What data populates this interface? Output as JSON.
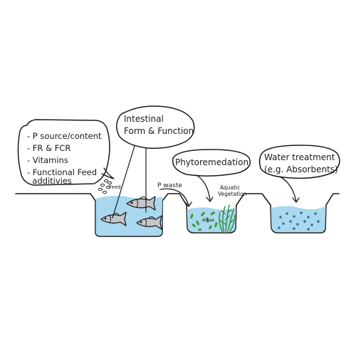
{
  "diagram": {
    "colors": {
      "ink": "#1a1a1a",
      "water": "#a9d8ef",
      "fish_body": "#c3c6c9",
      "pellet": "#ffffff",
      "dots_dark": "#2e6f9a",
      "algae": "#3e9a3a",
      "vegetation": "#2f8a3c"
    },
    "bubble_nutrition": {
      "lines": [
        "- P source/content",
        "- FR & FCR",
        "- Vitamins",
        "- Functional Feed",
        "  additivies"
      ]
    },
    "bubble_intestinal": {
      "lines": [
        "Intestinal",
        "Form & Function"
      ]
    },
    "bubble_phyto": {
      "text": "Phytoremedation"
    },
    "bubble_water": {
      "lines": [
        "Water treatment",
        "(e.g. Absorbents)"
      ]
    },
    "labels": {
      "feed": "Feed",
      "p_waste": "P waste",
      "aquatic_vegetation_lines": [
        "Aquatic",
        "Vegetation"
      ],
      "algae": "Algae"
    },
    "icons": [
      "fish-icon",
      "feed-pellets-icon",
      "algae-icon",
      "aquatic-plant-icon"
    ]
  }
}
